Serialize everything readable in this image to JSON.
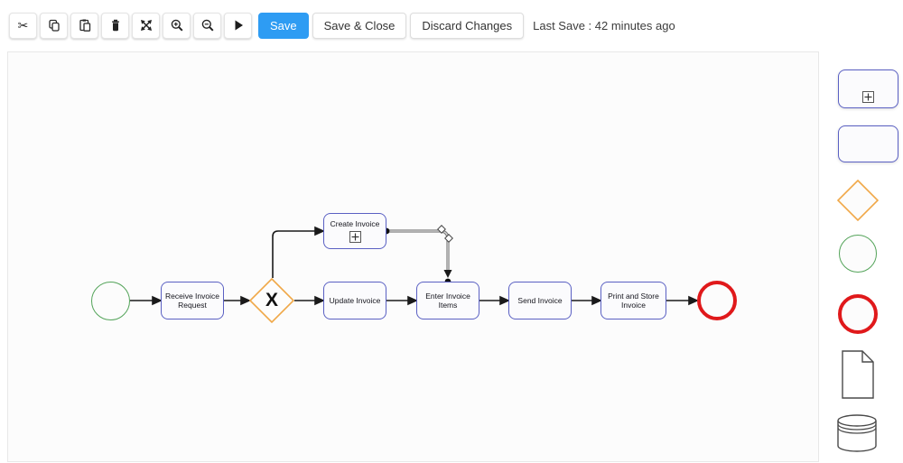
{
  "toolbar": {
    "icons": [
      {
        "name": "cut-icon"
      },
      {
        "name": "copy-icon"
      },
      {
        "name": "paste-icon"
      },
      {
        "name": "delete-icon"
      },
      {
        "name": "fit-to-screen-icon"
      },
      {
        "name": "zoom-in-icon"
      },
      {
        "name": "zoom-out-icon"
      },
      {
        "name": "run-icon"
      }
    ],
    "save_label": "Save",
    "save_and_close_label": "Save & Close",
    "discard_changes_label": "Discard Changes",
    "last_save_text": "Last Save : 42 minutes ago"
  },
  "diagram": {
    "gateway_label": "X",
    "nodes": {
      "receive": {
        "label": "Receive Invoice Request"
      },
      "create": {
        "label": "Create Invoice"
      },
      "update": {
        "label": "Update Invoice"
      },
      "enter": {
        "label": "Enter Invoice Items"
      },
      "send": {
        "label": "Send Invoice"
      },
      "print": {
        "label": "Print and Store Invoice"
      }
    },
    "events": {
      "start": "start-event",
      "end": "end-event"
    }
  },
  "palette": {
    "items": [
      "subprocess",
      "task",
      "exclusive-gateway",
      "start-event",
      "end-event",
      "data-object",
      "data-store"
    ]
  },
  "colors": {
    "accent_blue": "#2e9cf3",
    "task_border": "#5a60c3",
    "gateway_orange": "#f0a848",
    "start_green": "#54a45a",
    "end_red": "#e0191b",
    "selected_edge_gray": "#808080"
  }
}
